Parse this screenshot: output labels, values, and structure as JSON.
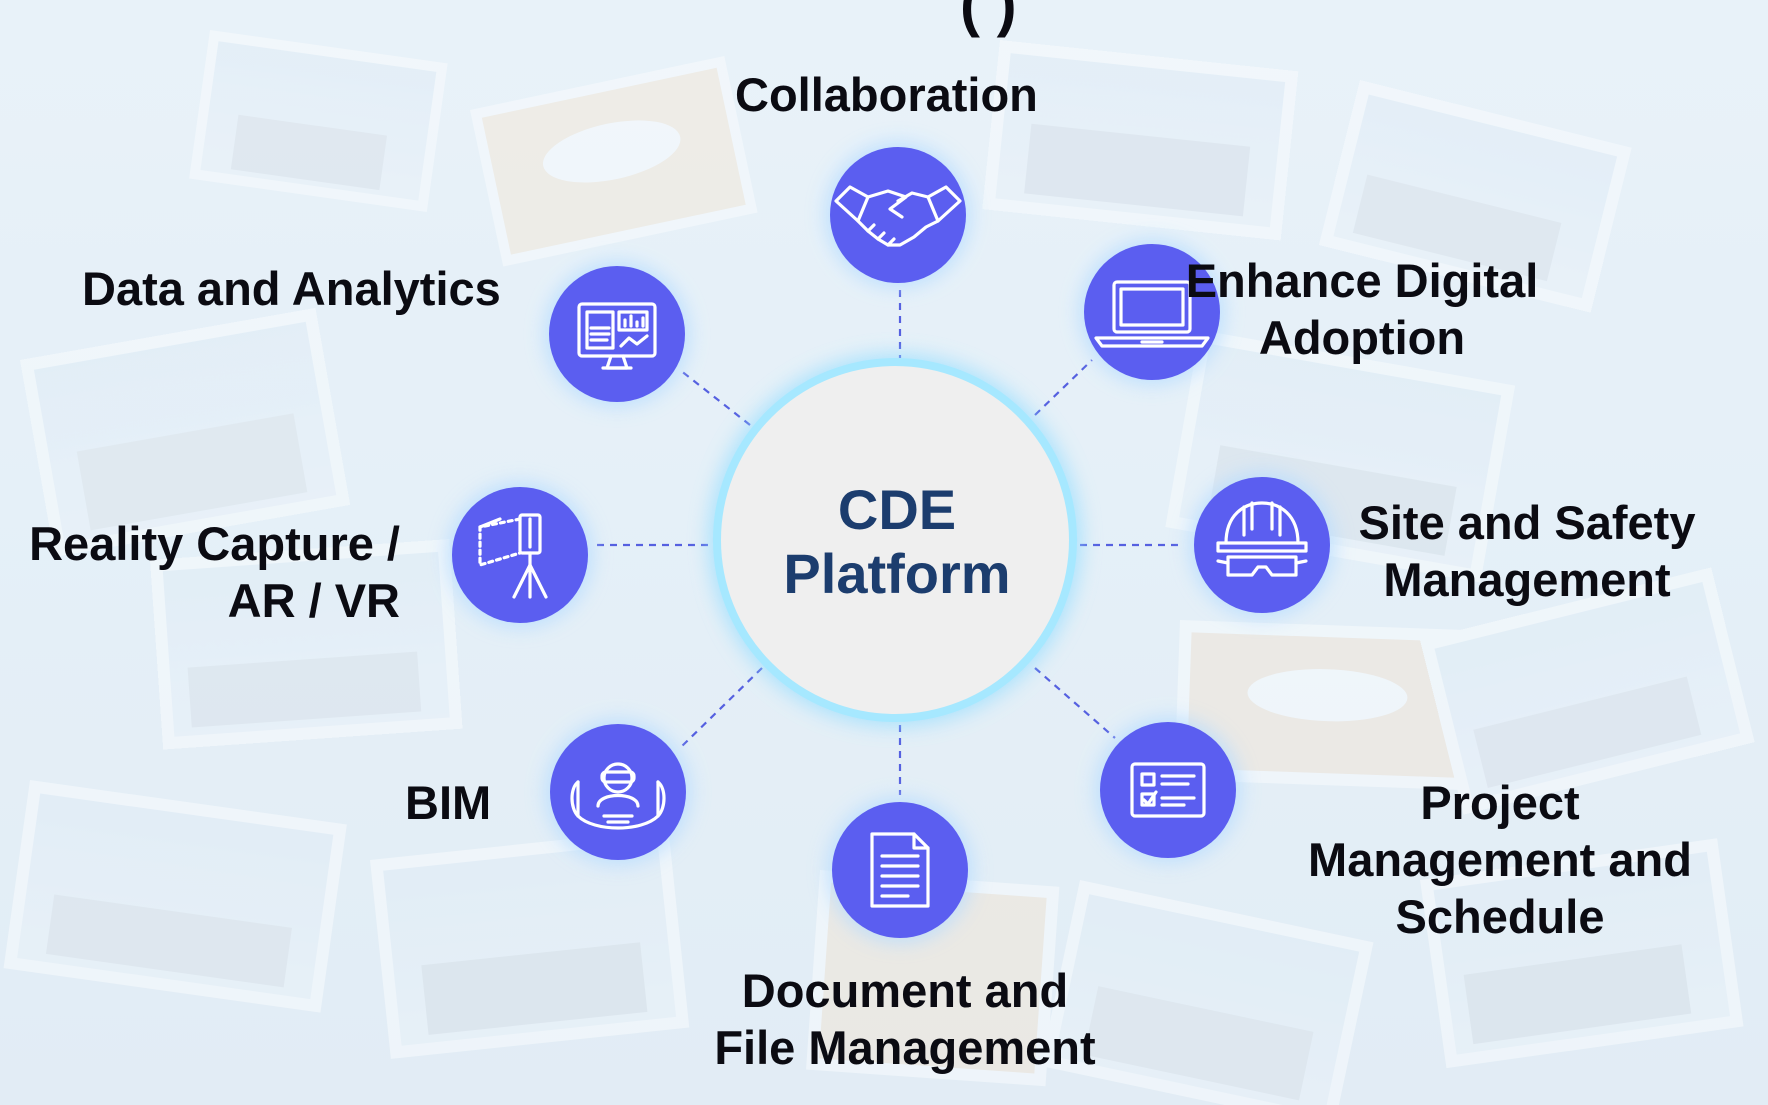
{
  "title_fragment": "(        )",
  "center": {
    "line1": "CDE",
    "line2": "Platform"
  },
  "colors": {
    "node": "#5b5ef0",
    "node_glow": "#a8d4ff",
    "connector": "#5560e0",
    "center_fill": "#efefef",
    "center_ring": "#9fe3ff",
    "center_text": "#1c3d6e"
  },
  "nodes": [
    {
      "id": "collaboration",
      "label": "Collaboration",
      "icon": "handshake-icon"
    },
    {
      "id": "enhance-digital-adoption",
      "label": "Enhance Digital\nAdoption",
      "icon": "laptop-icon"
    },
    {
      "id": "site-and-safety",
      "label": "Site and Safety\nManagement",
      "icon": "hardhat-goggles-icon"
    },
    {
      "id": "project-management",
      "label": "Project\nManagement and\nSchedule",
      "icon": "checklist-card-icon"
    },
    {
      "id": "document-management",
      "label": "Document and\nFile Management",
      "icon": "document-icon"
    },
    {
      "id": "bim",
      "label": "BIM",
      "icon": "vr-headset-person-icon"
    },
    {
      "id": "reality-capture",
      "label": "Reality Capture /\nAR / VR",
      "icon": "laser-scanner-tripod-icon"
    },
    {
      "id": "data-and-analytics",
      "label": "Data and Analytics",
      "icon": "analytics-monitor-icon"
    }
  ]
}
